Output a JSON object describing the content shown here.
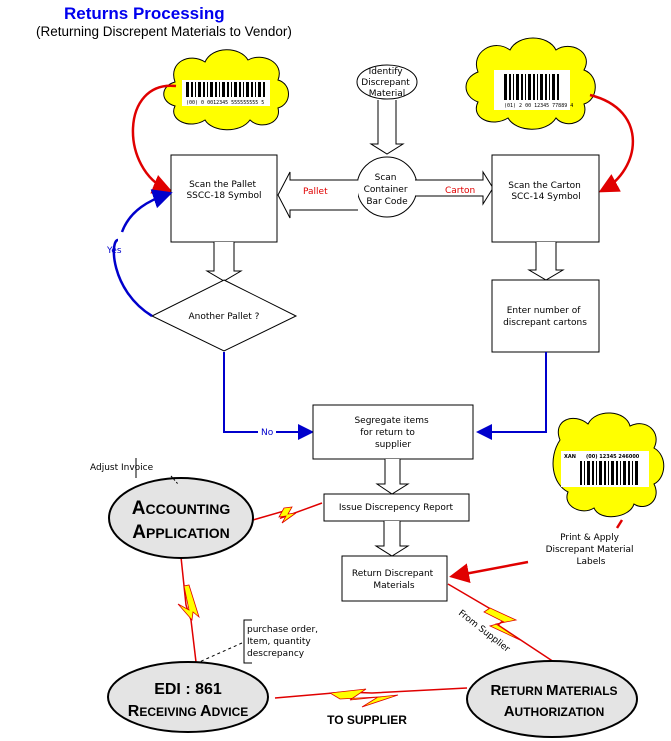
{
  "header": {
    "title": "Returns Processing",
    "subtitle": "(Returning Discrepent Materials to Vendor)"
  },
  "nodes": {
    "identify": [
      "Identify",
      "Discrepant",
      "Material"
    ],
    "scan_container": [
      "Scan",
      "Container",
      "Bar Code"
    ],
    "scan_pallet": [
      "Scan the Pallet",
      "SSCC-18 Symbol"
    ],
    "scan_carton": [
      "Scan the Carton",
      "SCC-14 Symbol"
    ],
    "another_pallet": "Another Pallet ?",
    "enter_cartons": [
      "Enter number of",
      "discrepant cartons"
    ],
    "segregate": [
      "Segregate items",
      "for return to",
      "supplier"
    ],
    "issue_report": "Issue Discrepency Report",
    "return_materials": [
      "Return Discrepant",
      "Materials"
    ],
    "print_apply": [
      "Print & Apply",
      "Discrepant Material",
      "Labels"
    ],
    "accounting": {
      "line1_cap": "A",
      "line1_rest": "CCOUNTING",
      "line2_cap": "A",
      "line2_rest": "PPLICATION"
    },
    "edi": {
      "line1": "EDI : 861",
      "line2_cap1": "R",
      "line2_rest1": "ECEIVING ",
      "line2_cap2": "A",
      "line2_rest2": "DVICE"
    },
    "rma": {
      "line1_cap1": "R",
      "line1_rest1": "ETURN ",
      "line1_cap2": "M",
      "line1_rest2": "ATERIALS",
      "line2_cap": "A",
      "line2_rest": "UTHORIZATION"
    }
  },
  "labels": {
    "pallet": "Pallet",
    "carton": "Carton",
    "yes": "Yes",
    "no": "No",
    "adjust_invoice": "Adjust Invoice",
    "po_note": [
      "purchase order,",
      "Item, quantity",
      "descrepancy"
    ],
    "from_supplier": "From Supplier",
    "to_supplier": "TO SUPPLIER"
  },
  "barcodes": {
    "pallet_text": "(00) 0 0012345 555555555 5",
    "carton_text": "(01) 2 00 12345 77889 4",
    "label_left": "XAN",
    "label_right": "(00) 12345 246000"
  },
  "colors": {
    "title": "#0000ee",
    "flow_red": "#e00000",
    "flow_blue": "#0000cc",
    "cloud": "#ffff00",
    "ellipse_fill": "#e4e4e4",
    "bolt": "#ffff00"
  }
}
